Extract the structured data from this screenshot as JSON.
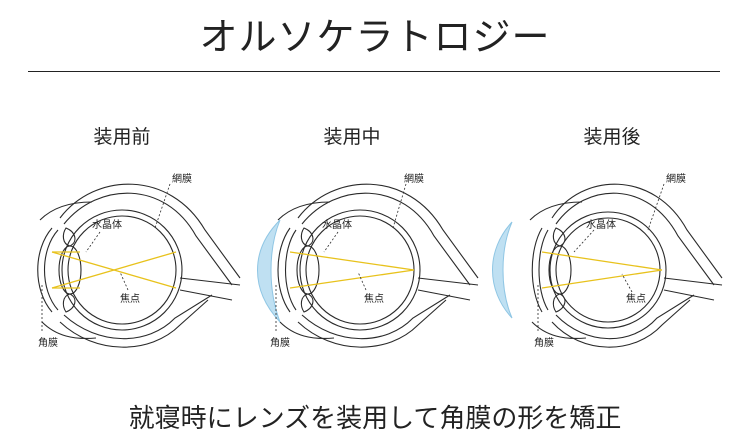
{
  "title": "オルソケラトロジー",
  "caption": "就寝時にレンズを装用して角膜の形を矯正",
  "colors": {
    "line": "#2a2a2a",
    "ray": "#e8c21c",
    "lens": "#bfe0f2",
    "lens_edge": "#8fc6e4"
  },
  "panels": [
    {
      "label": "装用前",
      "callouts": {
        "retina": "網膜",
        "lens": "水晶体",
        "focus": "焦点",
        "cornea": "角膜"
      }
    },
    {
      "label": "装用中",
      "callouts": {
        "retina": "網膜",
        "lens": "水晶体",
        "focus": "焦点",
        "cornea": "角膜"
      }
    },
    {
      "label": "装用後",
      "callouts": {
        "retina": "網膜",
        "lens": "水晶体",
        "focus": "焦点",
        "cornea": "角膜"
      }
    }
  ]
}
